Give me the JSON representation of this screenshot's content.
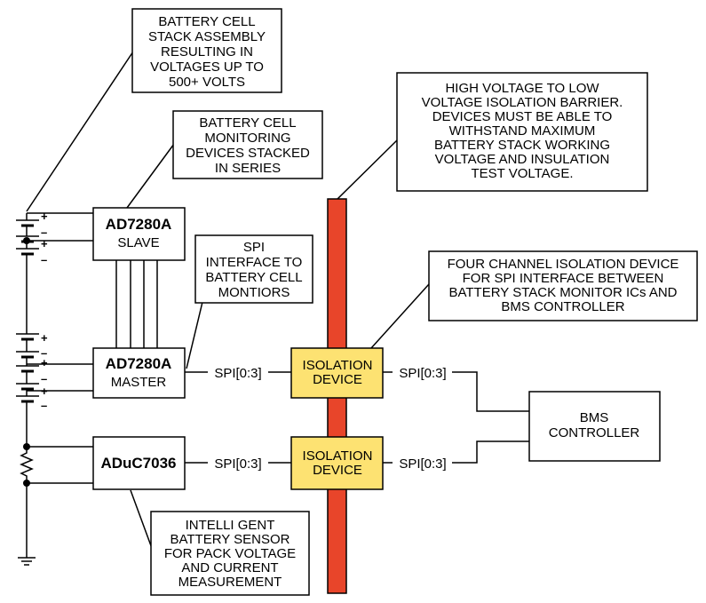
{
  "callouts": {
    "battery_stack": [
      "BATTERY CELL",
      "STACK ASSEMBLY",
      "RESULTING IN",
      "VOLTAGES UP TO",
      "500+ VOLTS"
    ],
    "monitoring_devices": [
      "BATTERY CELL",
      "MONITORING",
      "DEVICES STACKED",
      "IN SERIES"
    ],
    "isolation_barrier": [
      "HIGH VOLTAGE TO LOW",
      "VOLTAGE ISOLATION BARRIER.",
      "DEVICES MUST BE ABLE TO",
      "WITHSTAND MAXIMUM",
      "BATTERY STACK WORKING",
      "VOLTAGE AND INSULATION",
      "TEST VOLTAGE."
    ],
    "spi_interface": [
      "SPI",
      "INTERFACE TO",
      "BATTERY CELL",
      "MONTIORS"
    ],
    "four_channel": [
      "FOUR CHANNEL ISOLATION DEVICE",
      "FOR SPI INTERFACE BETWEEN",
      "BATTERY STACK MONITOR ICs AND",
      "BMS CONTROLLER"
    ],
    "intelligent_sensor": [
      "INTELLI GENT",
      "BATTERY SENSOR",
      "FOR PACK VOLTAGE",
      "AND  CURRENT",
      "MEASUREMENT"
    ]
  },
  "blocks": {
    "slave": {
      "name": "AD7280A",
      "role": "SLAVE"
    },
    "master": {
      "name": "AD7280A",
      "role": "MASTER"
    },
    "aduc": {
      "name": "ADuC7036"
    },
    "isolation_top": [
      "ISOLATION",
      "DEVICE"
    ],
    "isolation_bottom": [
      "ISOLATION",
      "DEVICE"
    ],
    "bms": [
      "BMS",
      "CONTROLLER"
    ]
  },
  "signals": {
    "master_to_iso": "SPI[0:3]",
    "iso_to_bms_top": "SPI[0:3]",
    "aduc_to_iso": "SPI[0:3]",
    "iso_to_bms_bottom": "SPI[0:3]"
  },
  "polarity": {
    "plus": "+",
    "minus": "–"
  },
  "colors": {
    "barrier": "#e8452a",
    "isolation_fill": "#fde272",
    "stroke": "#000000"
  }
}
